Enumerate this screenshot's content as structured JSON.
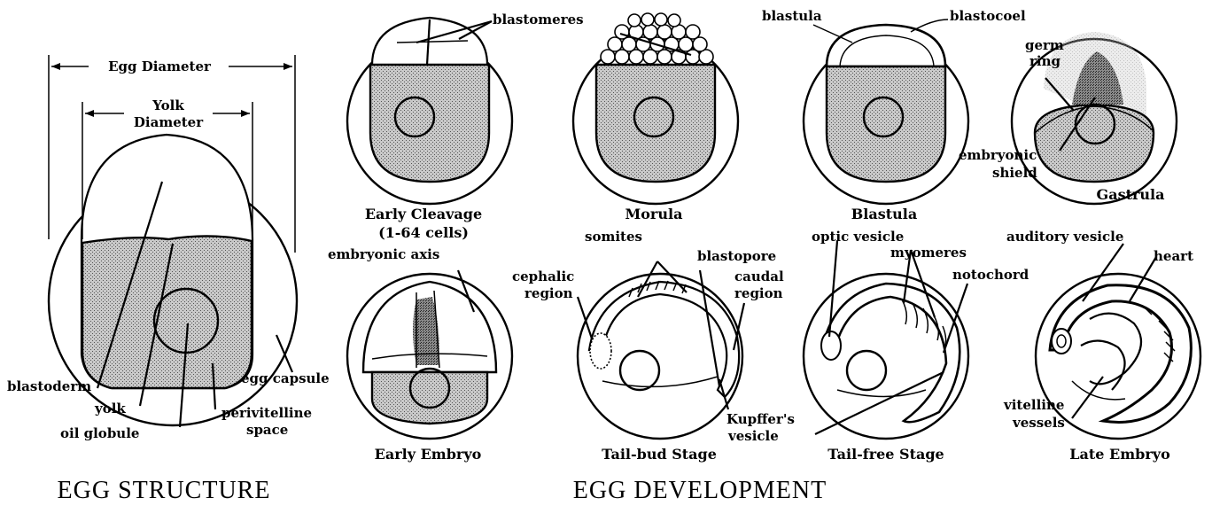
{
  "structure": {
    "title": "EGG STRUCTURE",
    "egg_diameter": "Egg Diameter",
    "yolk_diameter_1": "Yolk",
    "yolk_diameter_2": "Diameter",
    "blastoderm": "blastoderm",
    "yolk": "yolk",
    "oil_globule": "oil globule",
    "perivitelline_1": "perivitelline",
    "perivitelline_2": "space",
    "egg_capsule": "egg capsule"
  },
  "development": {
    "title": "EGG DEVELOPMENT",
    "stages": {
      "early_cleavage": {
        "caption": "Early Cleavage",
        "caption2": "(1-64 cells)"
      },
      "morula": {
        "caption": "Morula"
      },
      "blastula": {
        "caption": "Blastula"
      },
      "gastrula": {
        "caption": "Gastrula"
      },
      "early_embryo": {
        "caption": "Early Embryo"
      },
      "tail_bud": {
        "caption": "Tail-bud Stage"
      },
      "tail_free": {
        "caption": "Tail-free Stage"
      },
      "late_embryo": {
        "caption": "Late Embryo"
      }
    },
    "labels": {
      "blastomeres": "blastomeres",
      "blastula": "blastula",
      "blastocoel": "blastocoel",
      "germ_ring_1": "germ",
      "germ_ring_2": "ring",
      "embryonic_shield_1": "embryonic",
      "embryonic_shield_2": "shield",
      "embryonic_axis": "embryonic axis",
      "somites": "somites",
      "blastopore": "blastopore",
      "cephalic_1": "cephalic",
      "cephalic_2": "region",
      "caudal_1": "caudal",
      "caudal_2": "region",
      "kupffer_1": "Kupffer's",
      "kupffer_2": "vesicle",
      "optic_vesicle": "optic vesicle",
      "myomeres": "myomeres",
      "notochord": "notochord",
      "auditory_vesicle": "auditory vesicle",
      "heart": "heart",
      "vitelline_1": "vitelline",
      "vitelline_2": "vessels"
    }
  }
}
